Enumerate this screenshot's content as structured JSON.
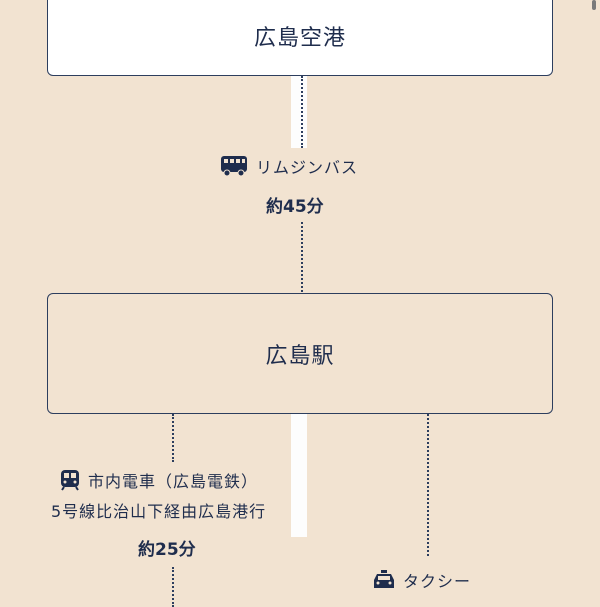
{
  "stations": {
    "airport": "広島空港",
    "station": "広島駅"
  },
  "routes": [
    {
      "mode_icon": "bus-icon",
      "label": "リムジンバス",
      "time": "約45分"
    },
    {
      "mode_icon": "tram-icon",
      "label": "市内電車（広島電鉄）",
      "sublabel": "5号線比治山下経由広島港行",
      "time": "約25分"
    },
    {
      "mode_icon": "taxi-icon",
      "label": "タクシー"
    }
  ],
  "colors": {
    "background": "#f2e3d1",
    "ink": "#1f2d4d"
  }
}
